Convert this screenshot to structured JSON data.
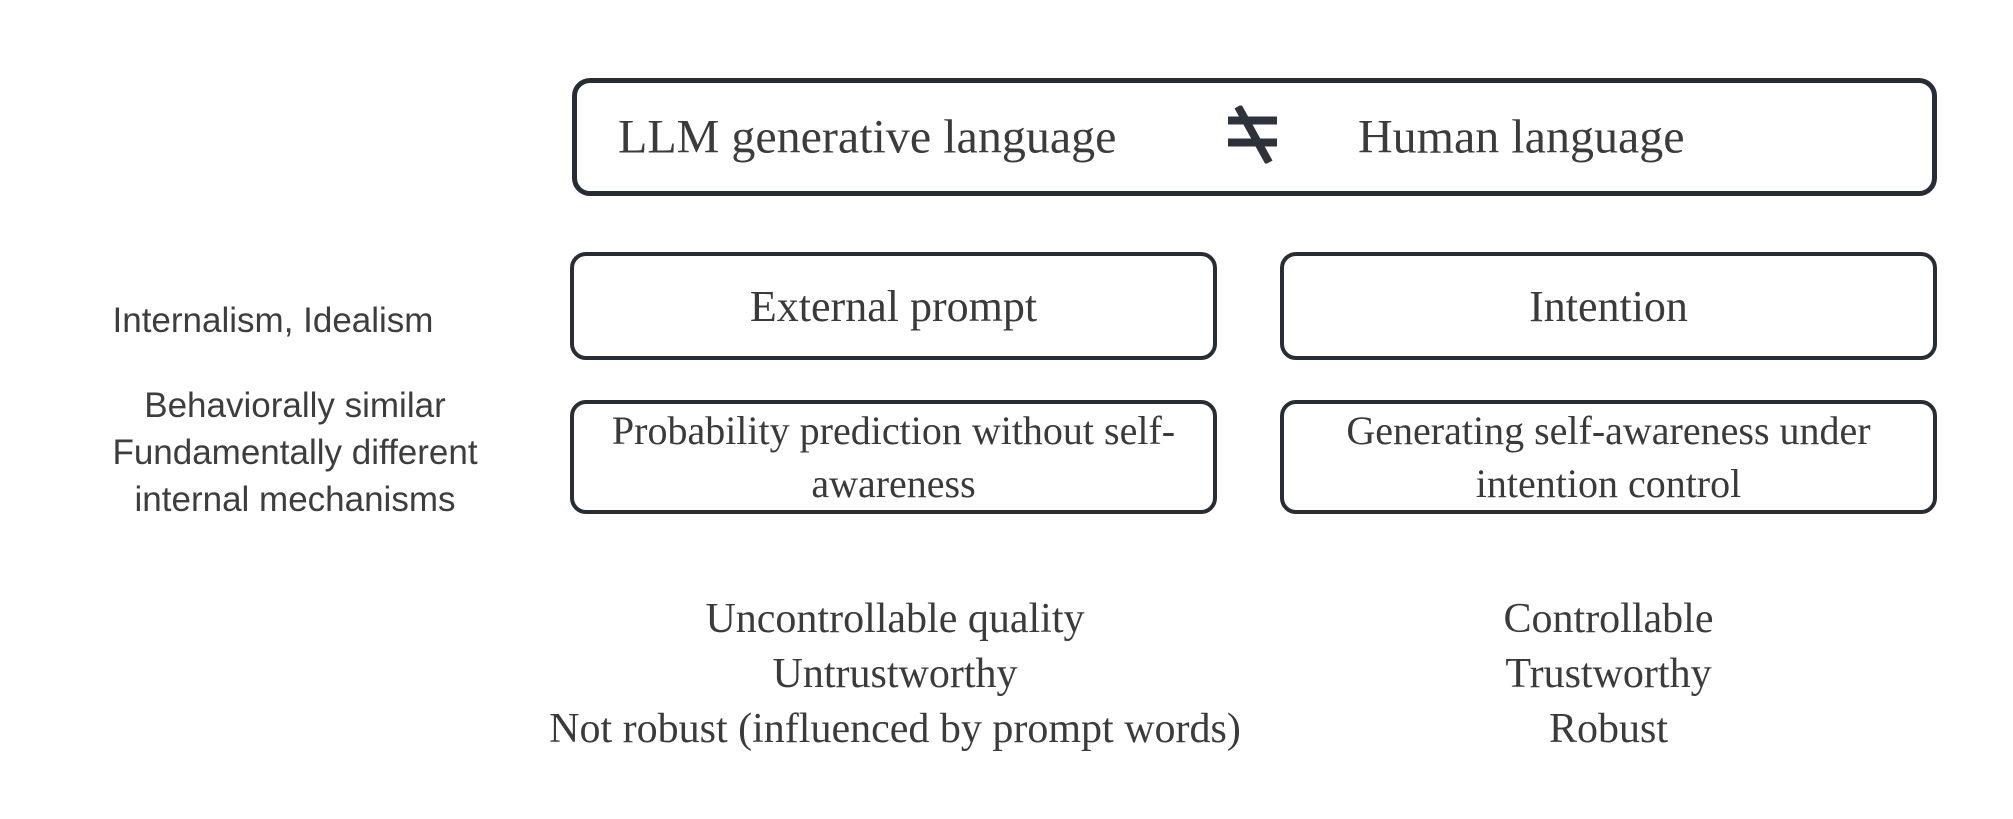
{
  "colors": {
    "background": "#ffffff",
    "border": "#272d35",
    "text": "#3b3b3b"
  },
  "header": {
    "left_label": "LLM generative language",
    "relation_icon": "not-equal-icon",
    "right_label": "Human language"
  },
  "side_annotations": {
    "philosophy": "Internalism, Idealism",
    "mechanism_lines": [
      "Behaviorally similar",
      "Fundamentally different",
      "internal mechanisms"
    ]
  },
  "llm_column": {
    "driver_box": "External prompt",
    "process_box_lines": [
      "Probability prediction without self-",
      "awareness"
    ],
    "properties": [
      "Uncontrollable quality",
      "Untrustworthy",
      "Not robust (influenced by prompt words)"
    ]
  },
  "human_column": {
    "driver_box": "Intention",
    "process_box_lines": [
      "Generating self-awareness under",
      "intention control"
    ],
    "properties": [
      "Controllable",
      "Trustworthy",
      "Robust"
    ]
  }
}
